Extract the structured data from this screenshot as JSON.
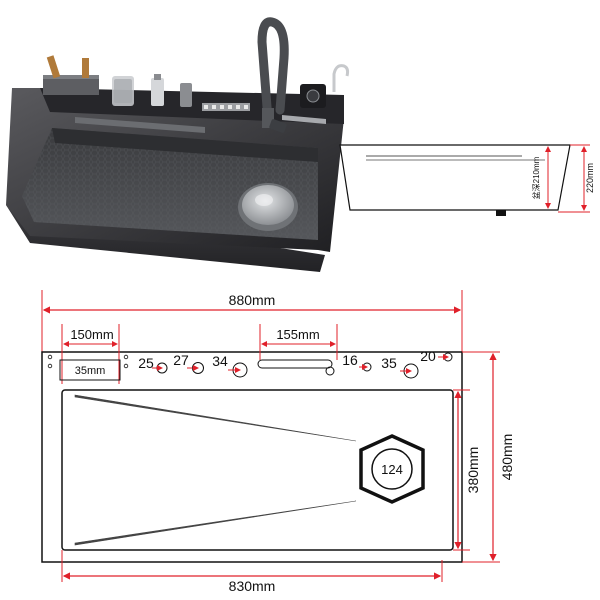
{
  "colors": {
    "dim_line": "#e0202a",
    "outline": "#111111",
    "sink_dark": "#2b2b2d",
    "sink_mid": "#4a4a4d",
    "steel": "#b9bcc0"
  },
  "top_view": {
    "overall_width": "880mm",
    "basin_width": "830mm",
    "overall_depth": "480mm",
    "basin_depth": "380mm",
    "knife_slot_width": "150mm",
    "knife_slot_label": "35mm",
    "trough_width": "155mm",
    "drain_diameter": "124",
    "holes": [
      {
        "label": "25"
      },
      {
        "label": "27"
      },
      {
        "label": "34"
      },
      {
        "label": "16"
      },
      {
        "label": "35"
      },
      {
        "label": "20"
      }
    ]
  },
  "side_view": {
    "bowl_depth": "盆深210mm",
    "overall_height": "220mm"
  },
  "photo": {
    "icons": [
      "knife-holder-icon",
      "cup-icon",
      "soap-dispenser-icon",
      "faucet-icon",
      "drain-strainer-icon",
      "display-panel-icon",
      "waterfall-spout-icon"
    ]
  }
}
